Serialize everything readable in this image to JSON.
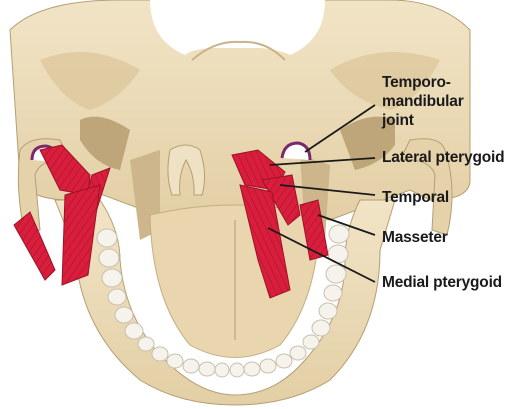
{
  "figure": {
    "labels": {
      "tmj_line1": "Temporo-",
      "tmj_line2": "mandibular",
      "tmj_line3": "joint",
      "lateral_pterygoid": "Lateral pterygoid",
      "temporal": "Temporal",
      "masseter": "Masseter",
      "medial_pterygoid": "Medial pterygoid"
    },
    "colors": {
      "bone": "#ead9b4",
      "bone_shadow": "#c9b48a",
      "bone_dark": "#a58f66",
      "muscle": "#d81e3c",
      "muscle_dark": "#9e1228",
      "tooth": "#f6f3ec",
      "leader_line": "#1a1a1a",
      "background": "#ffffff"
    }
  }
}
